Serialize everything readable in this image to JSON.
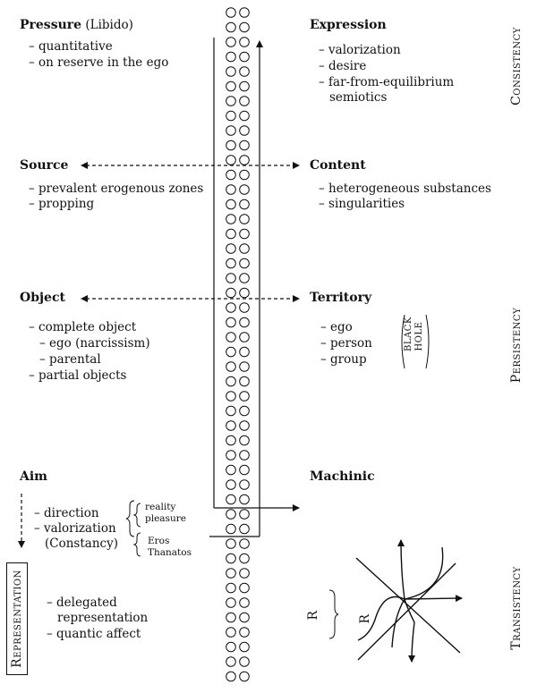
{
  "left": {
    "pressure": {
      "title": "Pressure",
      "paren": "(Libido)",
      "items": [
        "– quantitative",
        "– on reserve in the ego"
      ]
    },
    "source": {
      "title": "Source",
      "items": [
        "– prevalent erogenous zones",
        "– propping"
      ]
    },
    "object": {
      "title": "Object",
      "items": [
        "– complete object",
        "– ego (narcissism)",
        "– parental",
        "– partial objects"
      ]
    },
    "aim": {
      "title": "Aim",
      "items": [
        "– direction",
        "– valorization",
        "(Constancy)"
      ],
      "brace1": [
        "reality",
        "pleasure"
      ],
      "brace2": [
        "Eros",
        "Thanatos"
      ]
    },
    "representation": {
      "label": "Representation",
      "items": [
        "– delegated",
        "representation",
        "– quantic affect"
      ]
    }
  },
  "right": {
    "expression": {
      "title": "Expression",
      "items": [
        "– valorization",
        "– desire",
        "– far-from-equilibrium",
        "semiotics"
      ]
    },
    "content": {
      "title": "Content",
      "items": [
        "– heterogeneous substances",
        "– singularities"
      ]
    },
    "territory": {
      "title": "Territory",
      "items": [
        "– ego",
        "– person",
        "– group"
      ],
      "black_hole": [
        "BLACK",
        "HOLE"
      ]
    },
    "machinic": {
      "title": "Machinic",
      "r_labels": [
        "R",
        "R"
      ]
    }
  },
  "side_labels": [
    "Consistency",
    "Persistency",
    "Transistency"
  ]
}
